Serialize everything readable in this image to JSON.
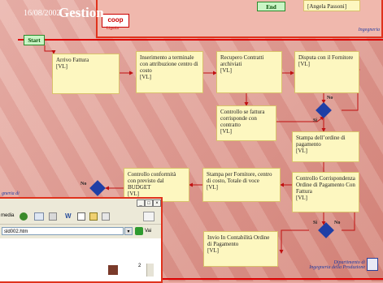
{
  "slide": {
    "date": "16/08/2002",
    "title": "Gestion"
  },
  "inset": {
    "end_label": "End",
    "person": "[Angela Passoni]",
    "footer": "Ingegneria",
    "logo": "coop",
    "logo_sub": "Liguria"
  },
  "nodes": {
    "start": "Start",
    "arrivo": "Arrivo Fattura\n[VL]",
    "inserimento": "Inserimento a terminale con attribuzione centro di costo\n[VL]",
    "recupero": "Recupero Contratti archiviati\n[VL]",
    "disputa": "Disputa con il Fornitore\n[VL]",
    "controllo_fattura": "Controllo se fattura corrisponde con contratto\n[VL]",
    "stampa_ordine": "Stampa dell’ordine di pagamento\n[VL]",
    "controllo_corr": "Controllo Corrispondenza Ordine di Pagamento Con Fattura\n[VL]",
    "stampa_fornitore": "Stampa per Fornitore, centro di costo, Totale di voce\n[VL]",
    "controllo_conf": "Controllo conformità con previsto dal BUDGET\n[VL]",
    "invio": "Invio In Contabilità Ordine di Pagamento\n[VL]"
  },
  "decisions": {
    "no1": "No",
    "si1": "Si",
    "si2": "Si",
    "no2": "No",
    "no3": "No"
  },
  "footer": {
    "dept_line1": "Dipartimento di",
    "dept_line2": "Ingegneria della Produzione",
    "left_partial": "gneria di"
  },
  "browser": {
    "media_label": "media",
    "address": "sld002.htm",
    "go_label": "Vai",
    "content_num": "2"
  }
}
